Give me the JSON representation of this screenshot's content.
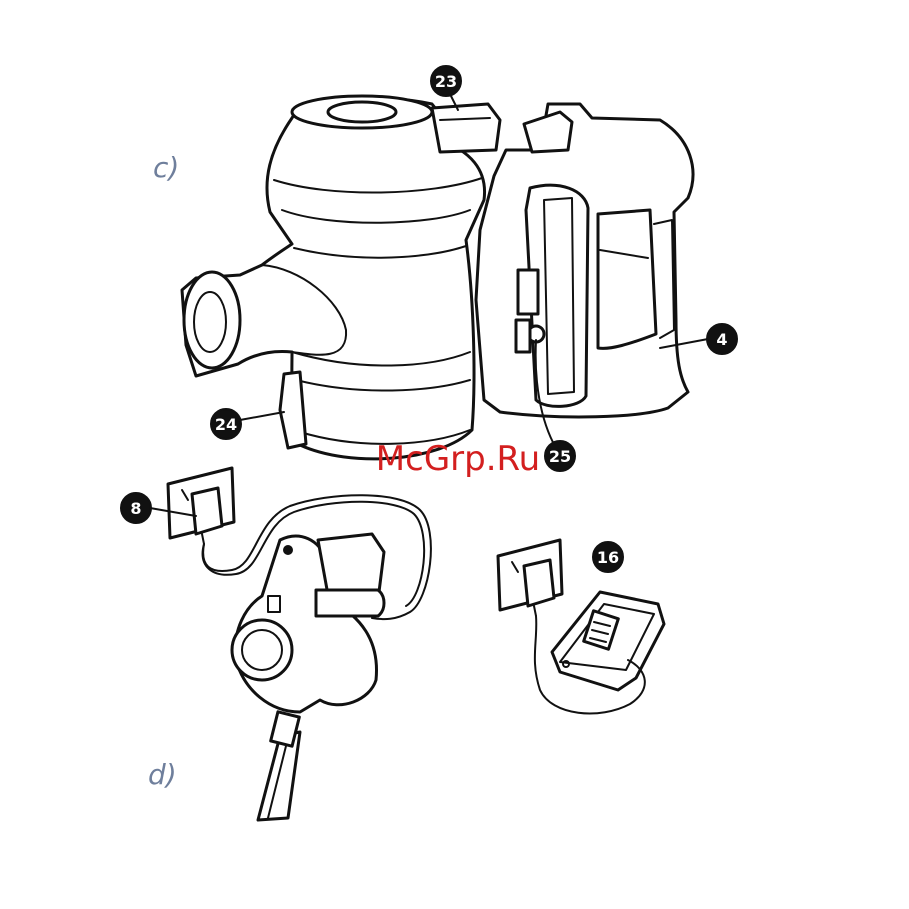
{
  "sections": {
    "c": "c)",
    "d": "d)"
  },
  "callouts": {
    "c23": "23",
    "c4": "4",
    "c24": "24",
    "c25": "25",
    "c8": "8",
    "c16": "16"
  },
  "watermark": "McGrp.Ru"
}
